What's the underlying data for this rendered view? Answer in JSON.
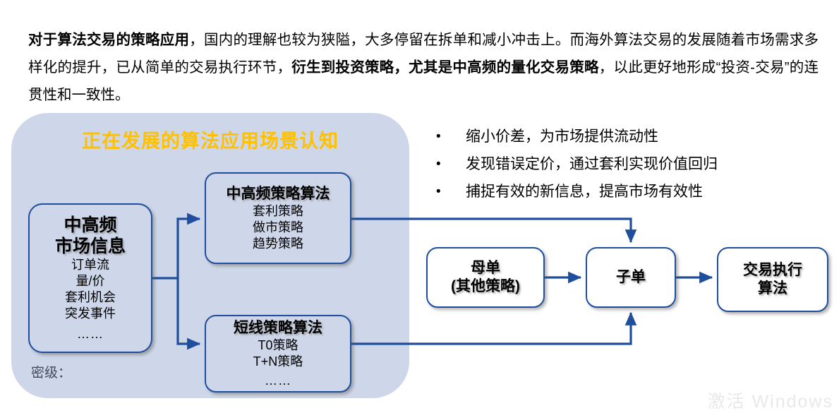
{
  "paragraph": {
    "segments": [
      {
        "text": "对于算法交易的策略应用",
        "bold": true
      },
      {
        "text": "，国内的理解也较为狭隘，大多停留在拆单和减小冲击上。而海外算法交易的发展随着市场需求多样化的提升，已从简单的交易执行环节，",
        "bold": false
      },
      {
        "text": "衍生到投资策略，尤其是中高频的量化交易策略",
        "bold": true
      },
      {
        "text": "，以此更好地形成“投资-交易”的连贯性和一致性。",
        "bold": false
      }
    ]
  },
  "panel": {
    "title": "正在发展的算法应用场景认知",
    "classification_label": "密级：",
    "background_color": "#CED7E9",
    "title_color": "#FFC000"
  },
  "diagram": {
    "border_color": "#1F4E9C",
    "nodes": {
      "market_info": {
        "title_line1": "中高频",
        "title_line2": "市场信息",
        "items": [
          "订单流",
          "量/价",
          "套利机会",
          "突发事件"
        ],
        "ellipsis": "……"
      },
      "hf_strategy": {
        "title": "中高频策略算法",
        "items": [
          "套利策略",
          "做市策略",
          "趋势策略"
        ]
      },
      "short_line_strategy": {
        "title": "短线策略算法",
        "items": [
          "T0策略",
          "T+N策略"
        ],
        "ellipsis": "……"
      },
      "parent_order": {
        "title_line1": "母单",
        "title_line2": "(其他策略)"
      },
      "child_order": {
        "title": "子单"
      },
      "execution_algo": {
        "title_line1": "交易执行",
        "title_line2": "算法"
      }
    }
  },
  "benefits": {
    "bullet_char": "•",
    "items": [
      "缩小价差，为市场提供流动性",
      "发现错误定价，通过套利实现价值回归",
      "捕捉有效的新信息，提高市场有效性"
    ]
  },
  "watermark": {
    "text": "激活 Windows"
  }
}
